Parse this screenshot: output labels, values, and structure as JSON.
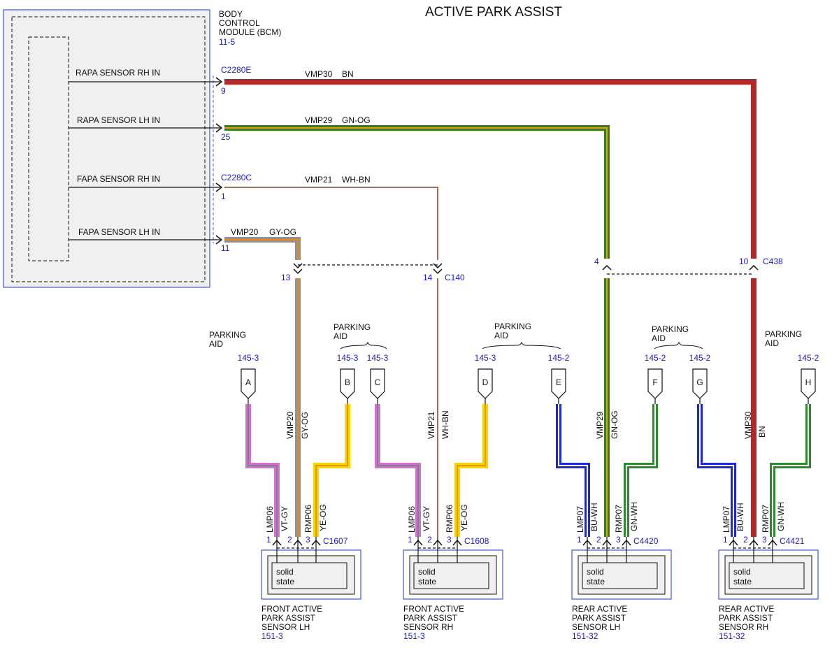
{
  "title": "ACTIVE PARK ASSIST",
  "colors": {
    "BN": "#b02a2a",
    "BN_stripe": "#b02a2a",
    "GN-OG": "#3d7a1a",
    "GN-OG_stripe": "#d9a31a",
    "WH-BN": "#ffffff",
    "WH-BN_stripe": "#a96b5a",
    "GY-OG": "#9a9088",
    "GY-OG_stripe": "#e08a20",
    "VT-GY": "#d070d0",
    "VT-GY_stripe": "#808080",
    "YE-OG": "#f0d800",
    "YE-OG_stripe": "#f09000",
    "BU-WH": "#1a2ad0",
    "BU-WH_stripe": "#ffffff",
    "GN-WH": "#2e8a2e",
    "GN-WH_stripe": "#ffffff",
    "connector_blue": "#1a1acc"
  },
  "bcm": {
    "name_lines": [
      "BODY",
      "CONTROL",
      "MODULE (BCM)"
    ],
    "ref": "11-5",
    "inputs": [
      "RAPA SENSOR RH IN",
      "RAPA SENSOR LH IN",
      "FAPA SENSOR RH IN",
      "FAPA SENSOR LH IN"
    ]
  },
  "bcm_connectors": [
    {
      "name": "C2280E",
      "pin": "9"
    },
    {
      "pin": "25"
    },
    {
      "name": "C2280C",
      "pin": "1"
    },
    {
      "pin": "11"
    }
  ],
  "wires": [
    {
      "circuit": "VMP30",
      "color": "BN"
    },
    {
      "circuit": "VMP29",
      "color": "GN-OG"
    },
    {
      "circuit": "VMP21",
      "color": "WH-BN"
    },
    {
      "circuit": "VMP20",
      "color": "GY-OG"
    }
  ],
  "inline_connectors": [
    {
      "pins": [
        "13",
        "14"
      ],
      "name": "C140"
    },
    {
      "pins": [
        "4",
        "10"
      ],
      "name": "C438"
    }
  ],
  "parking_aid": {
    "label_lines": [
      "PARKING",
      "AID"
    ],
    "splices": [
      {
        "letter": "A",
        "ref": "145-3"
      },
      {
        "letter": "B",
        "ref": "145-3"
      },
      {
        "letter": "C",
        "ref": "145-3"
      },
      {
        "letter": "D",
        "ref": "145-3"
      },
      {
        "letter": "E",
        "ref": "145-2"
      },
      {
        "letter": "F",
        "ref": "145-2"
      },
      {
        "letter": "G",
        "ref": "145-2"
      },
      {
        "letter": "H",
        "ref": "145-2"
      }
    ]
  },
  "sensor_wires": [
    {
      "circuit": "LMP06",
      "color": "VT-GY"
    },
    {
      "circuit": "RMP06",
      "color": "YE-OG"
    },
    {
      "circuit": "LMP07",
      "color": "BU-WH"
    },
    {
      "circuit": "RMP07",
      "color": "GN-WH"
    }
  ],
  "sensors": [
    {
      "connector": "C1607",
      "pins": [
        "1",
        "2",
        "3"
      ],
      "state": [
        "solid",
        "state"
      ],
      "name_lines": [
        "FRONT ACTIVE",
        "PARK ASSIST",
        "SENSOR LH"
      ],
      "ref": "151-3"
    },
    {
      "connector": "C1608",
      "pins": [
        "1",
        "2",
        "3"
      ],
      "state": [
        "solid",
        "state"
      ],
      "name_lines": [
        "FRONT ACTIVE",
        "PARK ASSIST",
        "SENSOR RH"
      ],
      "ref": "151-3"
    },
    {
      "connector": "C4420",
      "pins": [
        "1",
        "2",
        "3"
      ],
      "state": [
        "solid",
        "state"
      ],
      "name_lines": [
        "REAR ACTIVE",
        "PARK ASSIST",
        "SENSOR LH"
      ],
      "ref": "151-32"
    },
    {
      "connector": "C4421",
      "pins": [
        "1",
        "2",
        "3"
      ],
      "state": [
        "solid",
        "state"
      ],
      "name_lines": [
        "REAR ACTIVE",
        "PARK ASSIST",
        "SENSOR RH"
      ],
      "ref": "151-32"
    }
  ]
}
